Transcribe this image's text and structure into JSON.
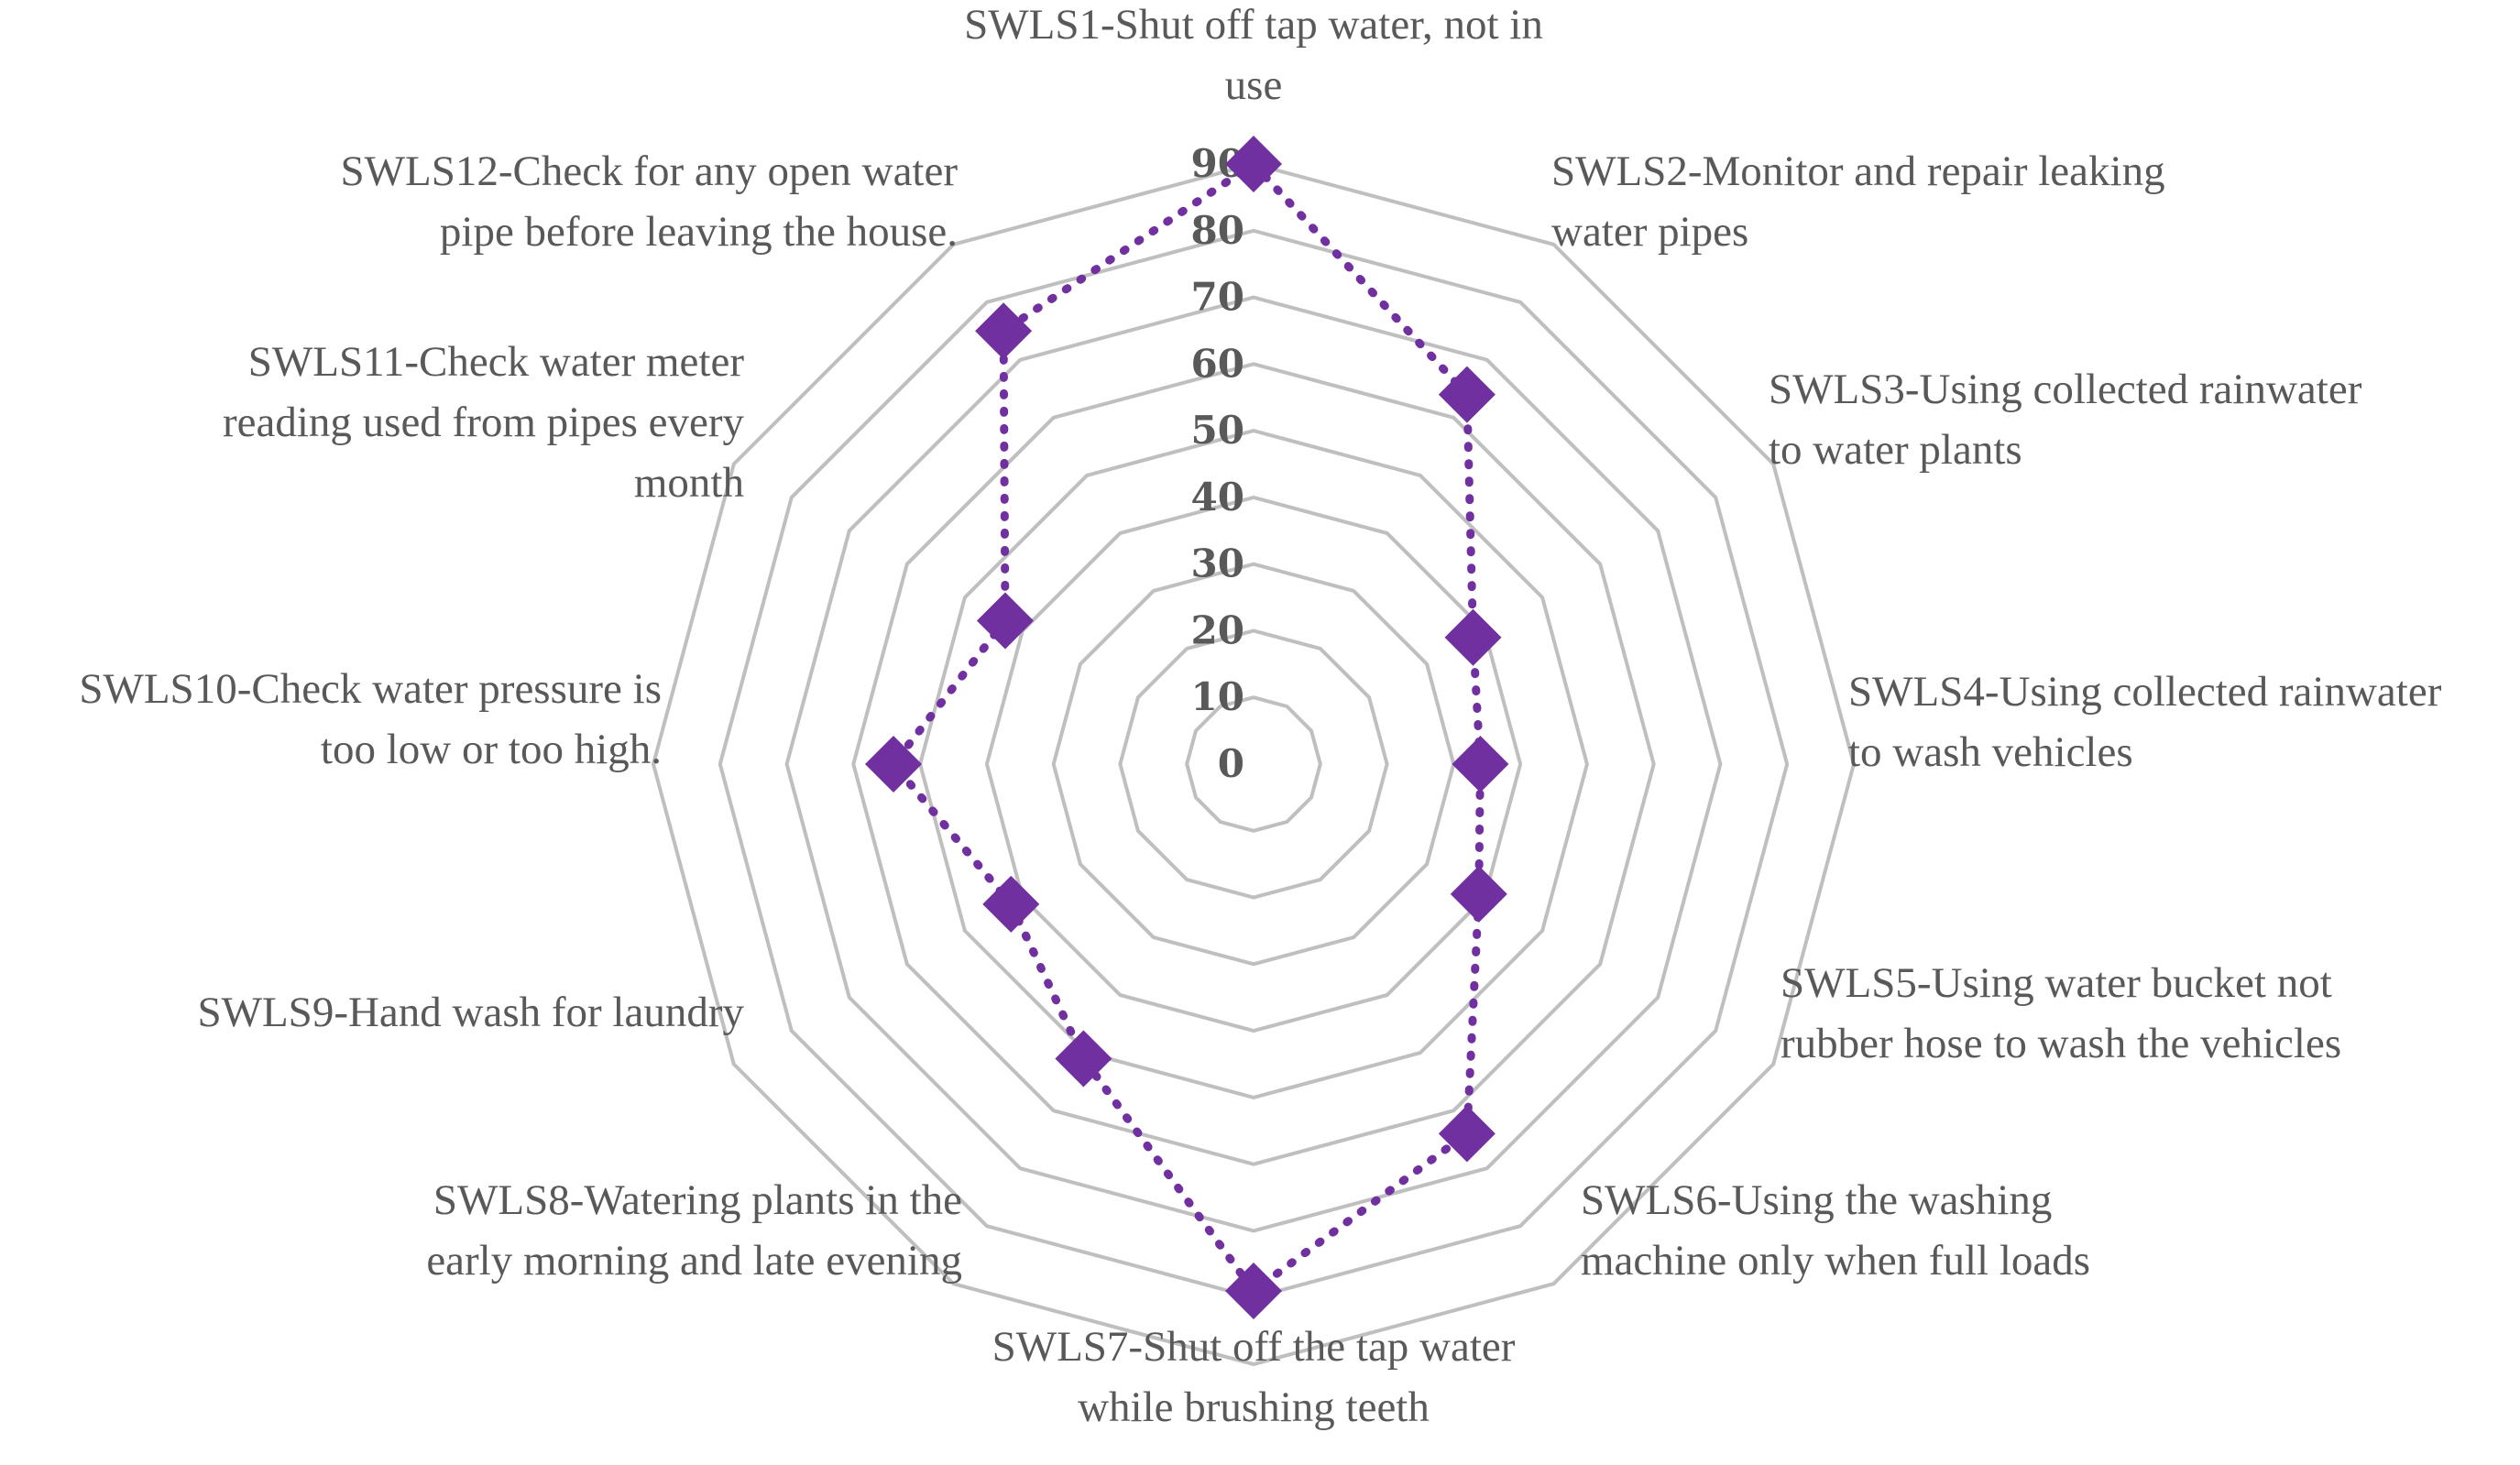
{
  "chart_data": {
    "type": "radar",
    "categories": [
      "SWLS1-Shut off tap water, not in use",
      "SWLS2-Monitor and repair leaking water pipes",
      "SWLS3-Using collected rainwater to water plants",
      "SWLS4-Using collected rainwater to wash vehicles",
      "SWLS5-Using water bucket not rubber hose to wash the vehicles",
      "SWLS6-Using the washing machine only when full loads",
      "SWLS7-Shut off the tap water while brushing teeth",
      "SWLS8-Watering plants in the early morning and late evening",
      "SWLS9-Hand wash for laundry",
      "SWLS10-Check water pressure is too low or too high.",
      "SWLS11-Check water meter reading used from pipes every month",
      "SWLS12-Check for any open water pipe before leaving the house."
    ],
    "category_lines": [
      [
        "SWLS1-Shut off tap water, not in",
        "use"
      ],
      [
        "SWLS2-Monitor and repair leaking",
        "water pipes"
      ],
      [
        "SWLS3-Using collected rainwater",
        "to water plants"
      ],
      [
        "SWLS4-Using collected rainwater",
        "to wash vehicles"
      ],
      [
        "SWLS5-Using water bucket not",
        "rubber hose to wash the vehicles"
      ],
      [
        "SWLS6-Using the washing",
        "machine only when full loads"
      ],
      [
        "SWLS7-Shut off the tap water",
        "while brushing teeth"
      ],
      [
        "SWLS8-Watering plants in the",
        "early morning and late evening"
      ],
      [
        "SWLS9-Hand wash for laundry"
      ],
      [
        "SWLS10-Check water pressure is",
        "too low or too high."
      ],
      [
        "SWLS11-Check water meter",
        "reading used from pipes every",
        "month"
      ],
      [
        "SWLS12-Check for any open water",
        "pipe before leaving the house."
      ]
    ],
    "series": [
      {
        "values": [
          90,
          64,
          38,
          34,
          39,
          64,
          79,
          51,
          42,
          54,
          43,
          75
        ]
      }
    ],
    "r_ticks": [
      "0",
      "10",
      "20",
      "30",
      "40",
      "50",
      "60",
      "70",
      "80",
      "90"
    ],
    "rlim": [
      0,
      90
    ],
    "color": "#7030a0",
    "grid_color": "#bfbfbf",
    "text_color": "#595959",
    "marker": "diamond",
    "line_style": "dotted"
  }
}
